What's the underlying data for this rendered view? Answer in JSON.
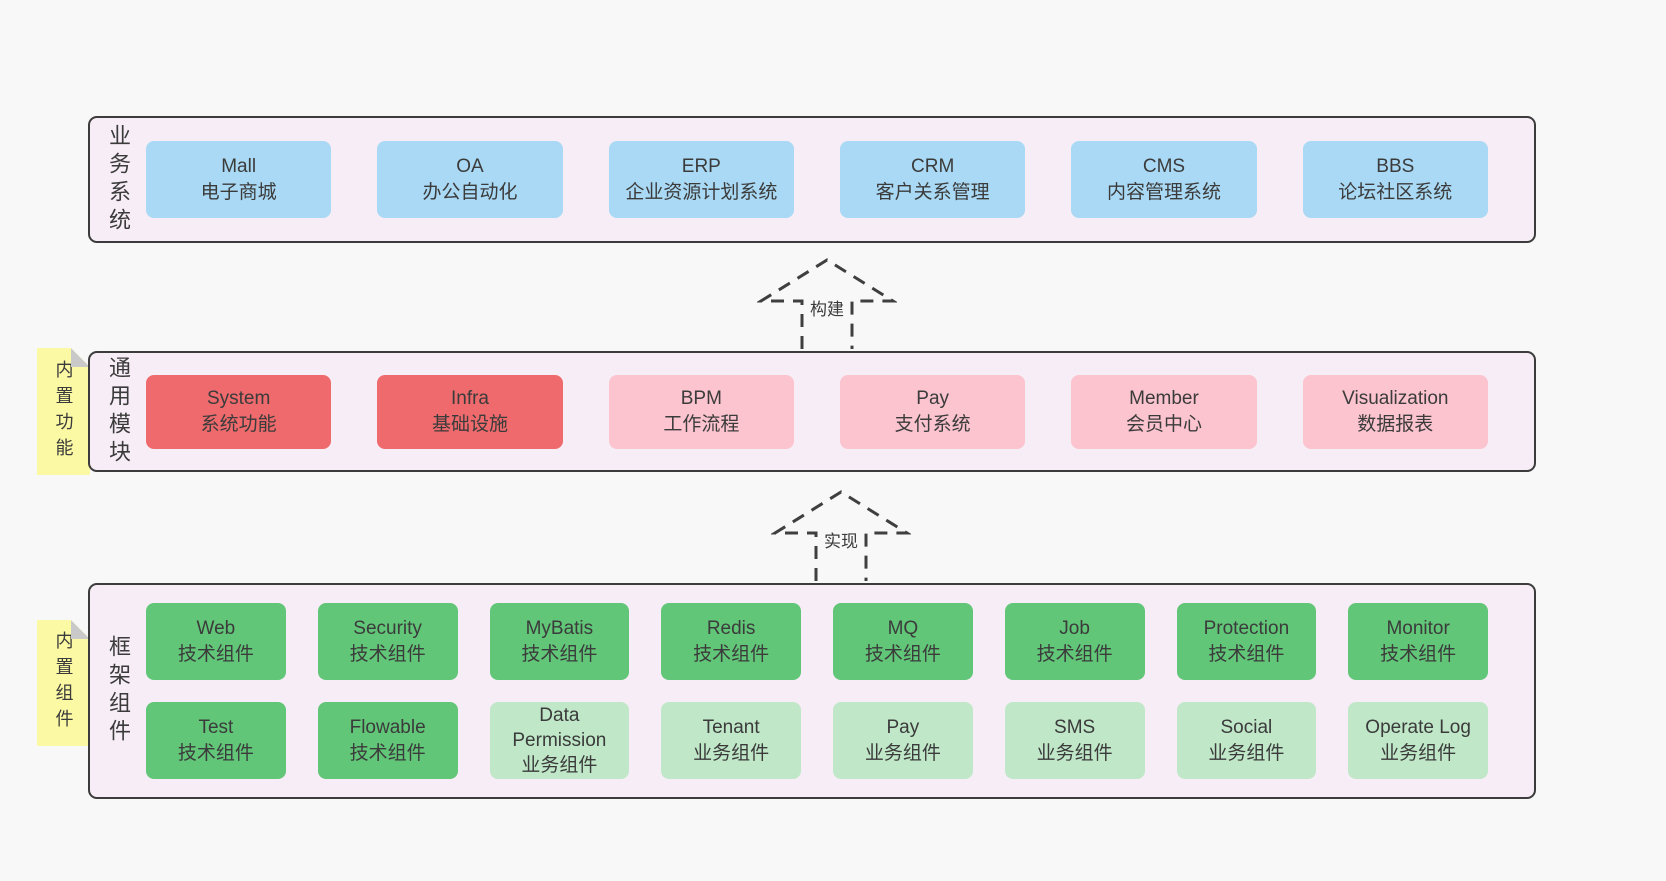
{
  "colors": {
    "page_bg": "#f8f8f8",
    "section_bg": "#f7edf6",
    "section_border": "#3c3c3c",
    "blue_box": "#a9d9f4",
    "red_box": "#ee6a6c",
    "pink_box": "#fbc4cf",
    "green_box": "#61c678",
    "green_light_box": "#bfe7c8",
    "sticky_yellow": "#fbf9a3",
    "sticky_fold_gray": "#c9c9c9",
    "text": "#3b3b3b",
    "arrow_dash": "#3f3f3f"
  },
  "arrows": [
    {
      "label": "构建"
    },
    {
      "label": "实现"
    }
  ],
  "sections": [
    {
      "label": "业务系统",
      "boxes": [
        {
          "name": "Mall",
          "desc": "电子商城",
          "variant": "blue"
        },
        {
          "name": "OA",
          "desc": "办公自动化",
          "variant": "blue"
        },
        {
          "name": "ERP",
          "desc": "企业资源计划系统",
          "variant": "blue"
        },
        {
          "name": "CRM",
          "desc": "客户关系管理",
          "variant": "blue"
        },
        {
          "name": "CMS",
          "desc": "内容管理系统",
          "variant": "blue"
        },
        {
          "name": "BBS",
          "desc": "论坛社区系统",
          "variant": "blue"
        }
      ]
    },
    {
      "label": "通用模块",
      "sticky": "内置功能",
      "boxes": [
        {
          "name": "System",
          "desc": "系统功能",
          "variant": "red"
        },
        {
          "name": "Infra",
          "desc": "基础设施",
          "variant": "red"
        },
        {
          "name": "BPM",
          "desc": "工作流程",
          "variant": "pink"
        },
        {
          "name": "Pay",
          "desc": "支付系统",
          "variant": "pink"
        },
        {
          "name": "Member",
          "desc": "会员中心",
          "variant": "pink"
        },
        {
          "name": "Visualization",
          "desc": "数据报表",
          "variant": "pink"
        }
      ]
    },
    {
      "label": "框架组件",
      "sticky": "内置组件",
      "rows": [
        [
          {
            "name": "Web",
            "desc": "技术组件",
            "variant": "green"
          },
          {
            "name": "Security",
            "desc": "技术组件",
            "variant": "green"
          },
          {
            "name": "MyBatis",
            "desc": "技术组件",
            "variant": "green"
          },
          {
            "name": "Redis",
            "desc": "技术组件",
            "variant": "green"
          },
          {
            "name": "MQ",
            "desc": "技术组件",
            "variant": "green"
          },
          {
            "name": "Job",
            "desc": "技术组件",
            "variant": "green"
          },
          {
            "name": "Protection",
            "desc": "技术组件",
            "variant": "green"
          },
          {
            "name": "Monitor",
            "desc": "技术组件",
            "variant": "green"
          }
        ],
        [
          {
            "name": "Test",
            "desc": "技术组件",
            "variant": "green"
          },
          {
            "name": "Flowable",
            "desc": "技术组件",
            "variant": "green"
          },
          {
            "name": "Data Permission",
            "desc": "业务组件",
            "variant": "green-light"
          },
          {
            "name": "Tenant",
            "desc": "业务组件",
            "variant": "green-light"
          },
          {
            "name": "Pay",
            "desc": "业务组件",
            "variant": "green-light"
          },
          {
            "name": "SMS",
            "desc": "业务组件",
            "variant": "green-light"
          },
          {
            "name": "Social",
            "desc": "业务组件",
            "variant": "green-light"
          },
          {
            "name": "Operate Log",
            "desc": "业务组件",
            "variant": "green-light"
          }
        ]
      ]
    }
  ]
}
